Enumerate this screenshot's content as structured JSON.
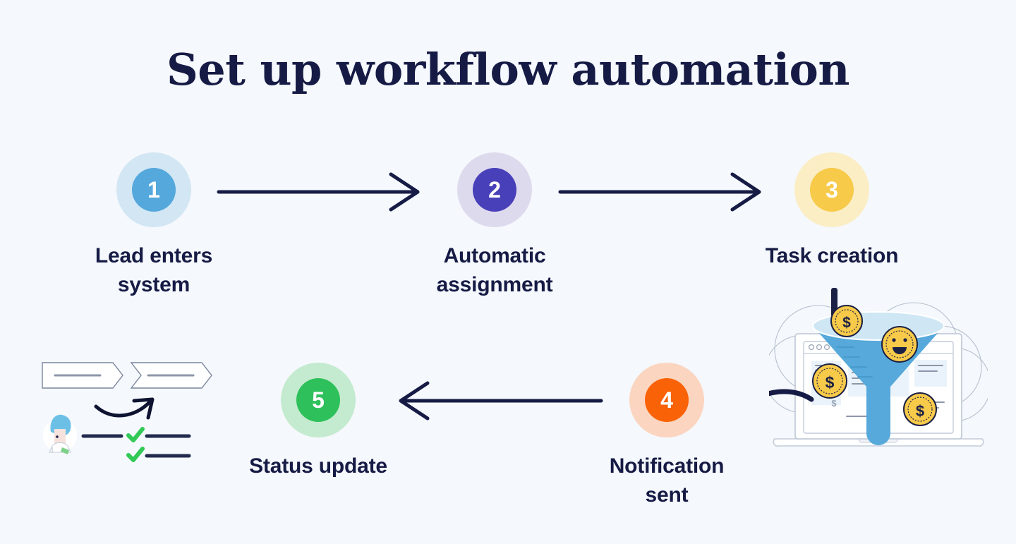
{
  "page": {
    "title": "Set up workflow automation",
    "background_color": "#f5f8fc",
    "text_color": "#161b45"
  },
  "steps": [
    {
      "number": "1",
      "label_line1": "Lead enters",
      "label_line2": "system",
      "halo_color": "#d2e6f4",
      "disc_color": "#54a8dc"
    },
    {
      "number": "2",
      "label_line1": "Automatic",
      "label_line2": "assignment",
      "halo_color": "#dedaee",
      "disc_color": "#4840b9"
    },
    {
      "number": "3",
      "label_line1": "Task creation",
      "label_line2": "",
      "halo_color": "#fbeec5",
      "disc_color": "#f8ca4a"
    },
    {
      "number": "4",
      "label_line1": "Notification sent",
      "label_line2": "",
      "halo_color": "#fbd5bf",
      "disc_color": "#f96207"
    },
    {
      "number": "5",
      "label_line1": "Status update",
      "label_line2": "",
      "halo_color": "#c4ebd0",
      "disc_color": "#2ec05a"
    }
  ],
  "arrows": [
    {
      "name": "arrow-step1-to-step2",
      "direction": "right",
      "length": 285
    },
    {
      "name": "arrow-step2-to-step3",
      "direction": "right",
      "length": 285
    },
    {
      "name": "arrow-step4-to-step5",
      "direction": "left",
      "length": 305
    }
  ],
  "illustrations": {
    "funnel": {
      "name": "lead-funnel-laptop-illustration",
      "description": "Laptop showing a browser window with a large blue funnel and gold dollar coins",
      "funnel_color": "#56a9da",
      "funnel_top_color": "#cfe7f5",
      "coin_color": "#f8ca4a",
      "coin_symbol": "$",
      "laptop_outline_color": "#c3ccd9",
      "bar_color": "#161b45"
    },
    "flow": {
      "name": "workflow-checklist-illustration",
      "description": "Two chevron banners, a curved arrow, an avatar and two green checkmark task lines",
      "banner_outline_color": "#7a869c",
      "check_color": "#32c956",
      "line_color": "#222a4e",
      "avatar_hair_color": "#6cc0e6"
    }
  },
  "accent_colors": {
    "arrow": "#161b45",
    "check": "#32c956"
  }
}
